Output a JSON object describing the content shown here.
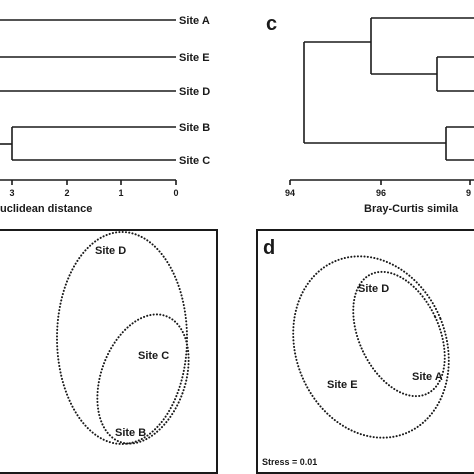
{
  "panel_a": {
    "leaf_labels": [
      "Site A",
      "Site E",
      "Site D",
      "Site B",
      "Site C"
    ],
    "ticks": [
      "3",
      "2",
      "1",
      "0"
    ],
    "axis_title": "uclidean distance"
  },
  "panel_c": {
    "letter": "c",
    "ticks": [
      "94",
      "96",
      "9"
    ],
    "axis_title": "Bray-Curtis simila"
  },
  "panel_b": {
    "labels": {
      "site_d": "Site D",
      "site_c": "Site C",
      "site_b": "Site B"
    }
  },
  "panel_d": {
    "letter": "d",
    "labels": {
      "site_d": "Site D",
      "site_e": "Site E",
      "site_a": "Site A"
    },
    "stress": "Stress = 0.01"
  }
}
